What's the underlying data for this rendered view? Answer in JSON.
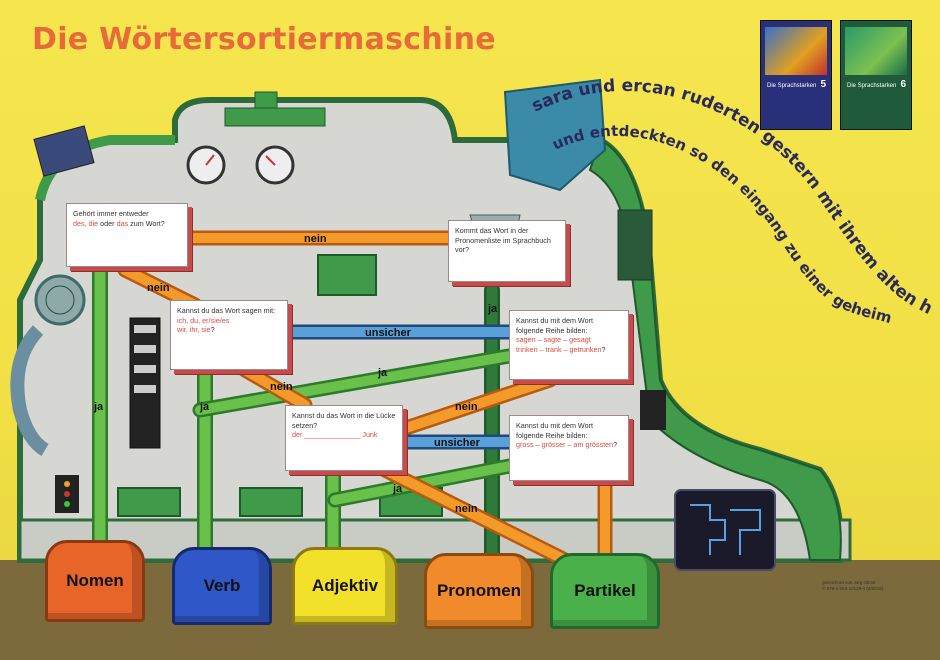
{
  "title": "Die Wörtersortiermaschine",
  "sentence": {
    "line1": "sara und ercan ruderten gestern mit ihrem alten holzboot um die klip",
    "line2": "und entdeckten so den eingang zu einer geheimnisvollen höhle"
  },
  "books": [
    {
      "label": "Die Sprachstarken",
      "number": "5",
      "color": "#2a2f7a"
    },
    {
      "label": "Die Sprachstarken",
      "number": "6",
      "color": "#1f5a3a"
    }
  ],
  "questions": {
    "q1": {
      "line1": "Gehört immer entweder",
      "red": "des, die",
      "mid": " oder ",
      "red2": "das",
      "end": " zum Wort?"
    },
    "q2": {
      "text": "Kommt das Wort in der Pronomenliste im Sprachbuch vor?"
    },
    "q3": {
      "line1": "Kannst du das Wort sagen mit:",
      "red": "ich, du, er/sie/es",
      "red2": "wir, ihr, sie",
      "end": "?"
    },
    "q4": {
      "line1": "Kannst du mit dem Wort folgende Reihe bilden:",
      "red": "sagen – sagte – gesagt",
      "red2": "trinken – trank – getrunken",
      "end": "?"
    },
    "q5": {
      "line1": "Kannst du das Wort in die Lücke setzen?",
      "red": "der ______________ Junk"
    },
    "q6": {
      "line1": "Kannst du mit dem Wort folgende Reihe bilden:",
      "red": "gross – grösser – am grössten",
      "end": "?"
    }
  },
  "pipe_labels": {
    "nein1": "nein",
    "nein2": "nein",
    "nein3": "nein",
    "nein4": "nein",
    "nein5": "nein",
    "ja1": "ja",
    "ja2": "ja",
    "ja3": "ja",
    "ja4": "ja",
    "ja5": "ja",
    "unsicher1": "unsicher",
    "unsicher2": "unsicher"
  },
  "bins": {
    "nomen": {
      "label": "Nomen",
      "color": "#e8652a"
    },
    "verb": {
      "label": "Verb",
      "color": "#2f57c8"
    },
    "adjektiv": {
      "label": "Adjektiv",
      "color": "#f2e02a"
    },
    "pronomen": {
      "label": "Pronomen",
      "color": "#f08a2a"
    },
    "partikel": {
      "label": "Partikel",
      "color": "#4ab04a"
    }
  },
  "credit": {
    "line1": "gezeichnet von Jürg Obrist",
    "line2": "© 978-3-264-10129-4 (2/2018)"
  }
}
